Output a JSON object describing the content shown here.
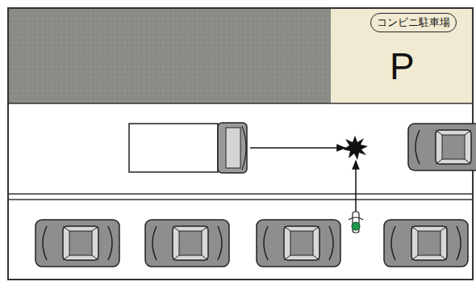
{
  "diagram": {
    "nodes": [
      {
        "text": [
          "P"
        ]
      },
      {
        "text": [
          "コンビニ駐車場"
        ],
        "in": 0
      }
    ]
  }
}
